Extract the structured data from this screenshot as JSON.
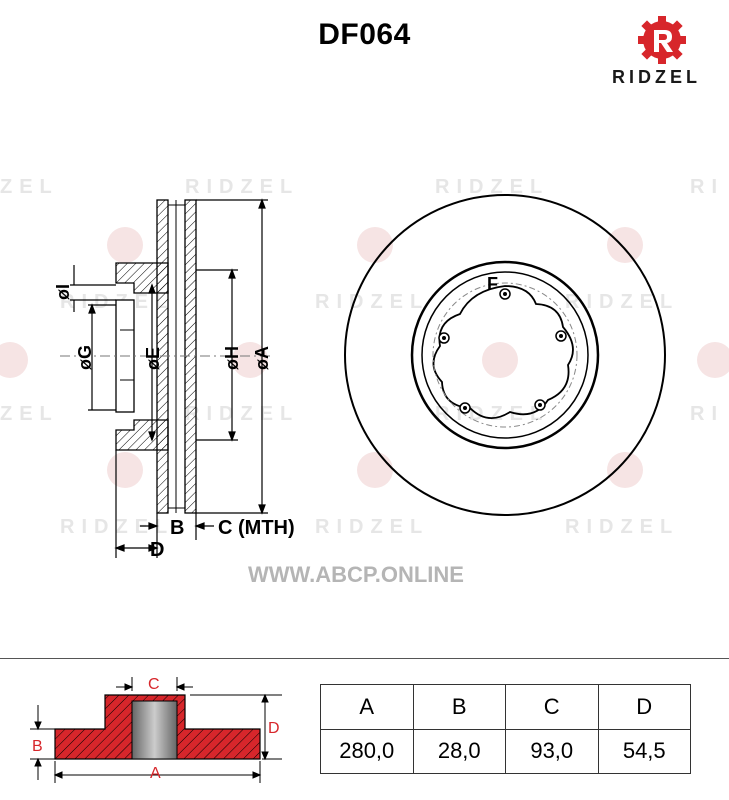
{
  "header": {
    "part_number": "DF064",
    "brand": "RIDZEL"
  },
  "watermark": {
    "text": "RIDZEL",
    "edge_left": "ZEL",
    "edge_right": "RI"
  },
  "colors": {
    "brand_red": "#d7262b",
    "drawing_line": "#000000",
    "watermark": "#e6e6e6",
    "section_fill": "#d7262b"
  },
  "diagram_labels": {
    "dia_i": "øI",
    "dia_g": "øG",
    "dia_e": "øE",
    "dia_h": "øH",
    "dia_a": "øA",
    "b": "B",
    "c_mth": "C (MTH)",
    "d": "D",
    "f": "F"
  },
  "website": "WWW.ABCP.ONLINE",
  "section_labels": {
    "a": "A",
    "b": "B",
    "c": "C",
    "d": "D"
  },
  "specs": {
    "headers": [
      "A",
      "B",
      "C",
      "D"
    ],
    "values": [
      "280,0",
      "28,0",
      "93,0",
      "54,5"
    ]
  }
}
